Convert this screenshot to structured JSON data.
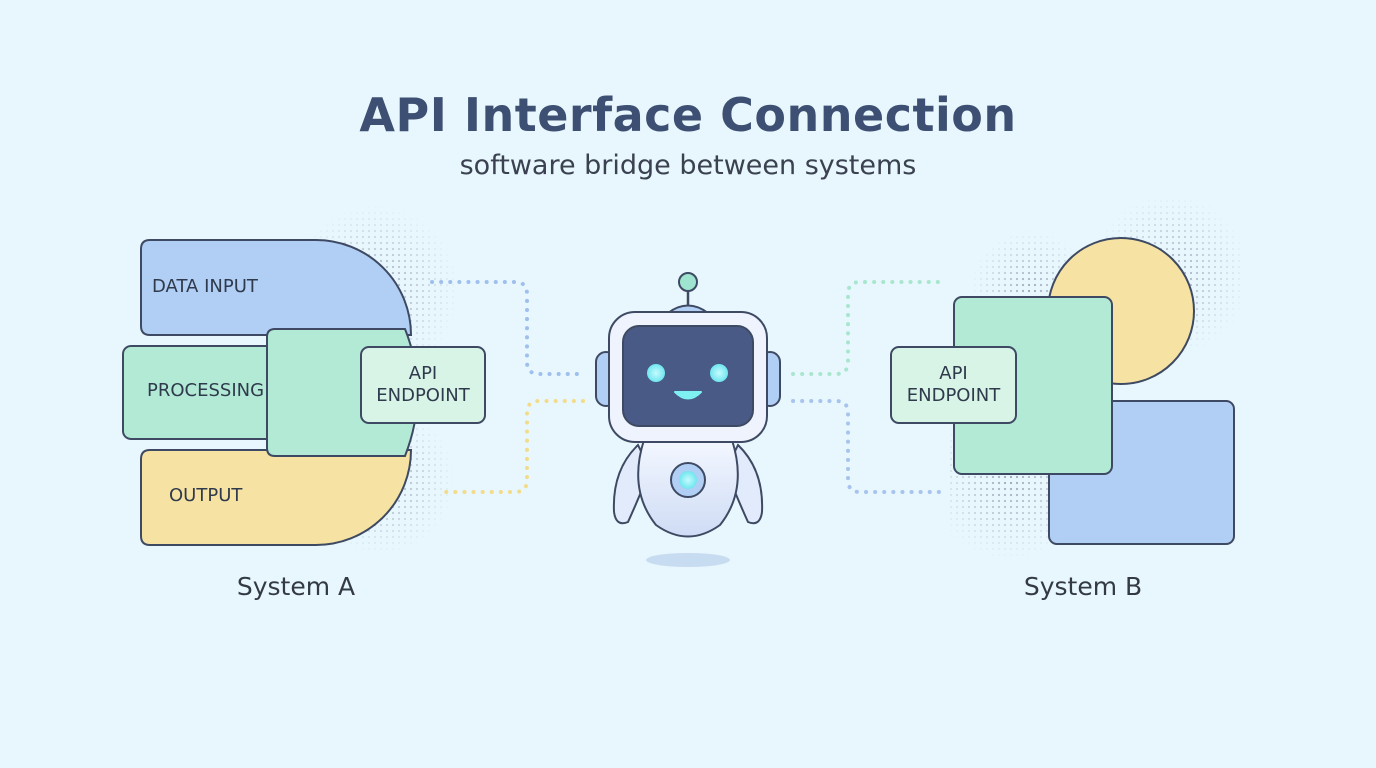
{
  "header": {
    "title": "API Interface Connection",
    "subtitle": "software bridge between systems"
  },
  "system_a": {
    "label": "System A",
    "blocks": {
      "data_input": "DATA INPUT",
      "processing": "PROCESSING",
      "output": "OUTPUT"
    },
    "api_endpoint": {
      "line1": "API",
      "line2": "ENDPOINT"
    }
  },
  "system_b": {
    "label": "System B",
    "api_endpoint": {
      "line1": "API",
      "line2": "ENDPOINT"
    }
  },
  "colors": {
    "background": "#e8f7fd",
    "blue": "#b1cff5",
    "green": "#b3ead6",
    "yellow": "#f6e3a3",
    "outline": "#3e4a63",
    "robot_screen": "#4a5a86",
    "robot_glow": "#7ff0f2"
  }
}
